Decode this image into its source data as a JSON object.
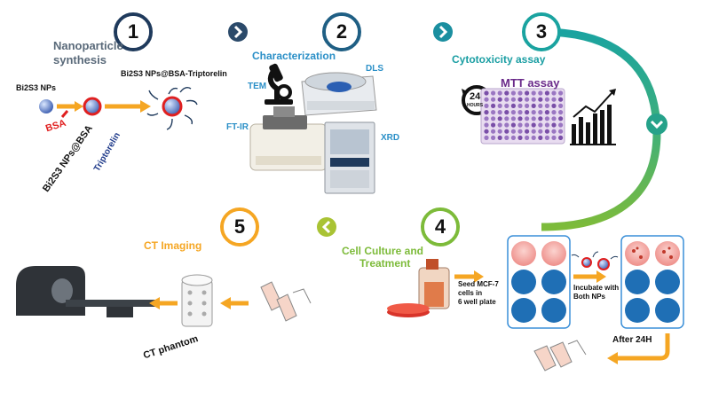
{
  "steps": [
    {
      "number": "1",
      "title_line1": "Nanoparticle",
      "title_line2": "synthesis"
    },
    {
      "number": "2",
      "title": "Characterization"
    },
    {
      "number": "3",
      "title": "Cytotoxicity assay"
    },
    {
      "number": "4",
      "title_line1": "Cell Culture and",
      "title_line2": "Treatment"
    },
    {
      "number": "5",
      "title": "CT Imaging"
    }
  ],
  "synthesis": {
    "np_label": "Bi2S3 NPs",
    "final_label": "Bi2S3 NPs@BSA-Triptorelin",
    "bsa_label": "BSA",
    "np_bsa_label": "Bi2S3 NPs@BSA",
    "triptorelin_label": "Triptorelin"
  },
  "characterization": {
    "tem": "TEM",
    "dls": "DLS",
    "ftir": "FT-IR",
    "xrd": "XRD"
  },
  "cytotoxicity": {
    "assay": "MTT assay",
    "hours_num": "24",
    "hours_text": "HOURS"
  },
  "culture": {
    "seed_lines": [
      "Seed MCF-7",
      "cells in",
      "6 well plate"
    ],
    "incubate_lines": [
      "Incubate with",
      "Both NPs"
    ],
    "after": "After 24H"
  },
  "imaging": {
    "phantom": "CT phantom"
  },
  "colors": {
    "navy": "#1f3a5c",
    "teal": "#1a9ea3",
    "green": "#7dbb3a",
    "orange": "#f5a623",
    "blue_title": "#2a8fc7",
    "gray_title": "#5a6a7a",
    "purple": "#6a2a8a",
    "well_blue": "#1f6fb5",
    "well_pink": "#f4a6a6"
  }
}
